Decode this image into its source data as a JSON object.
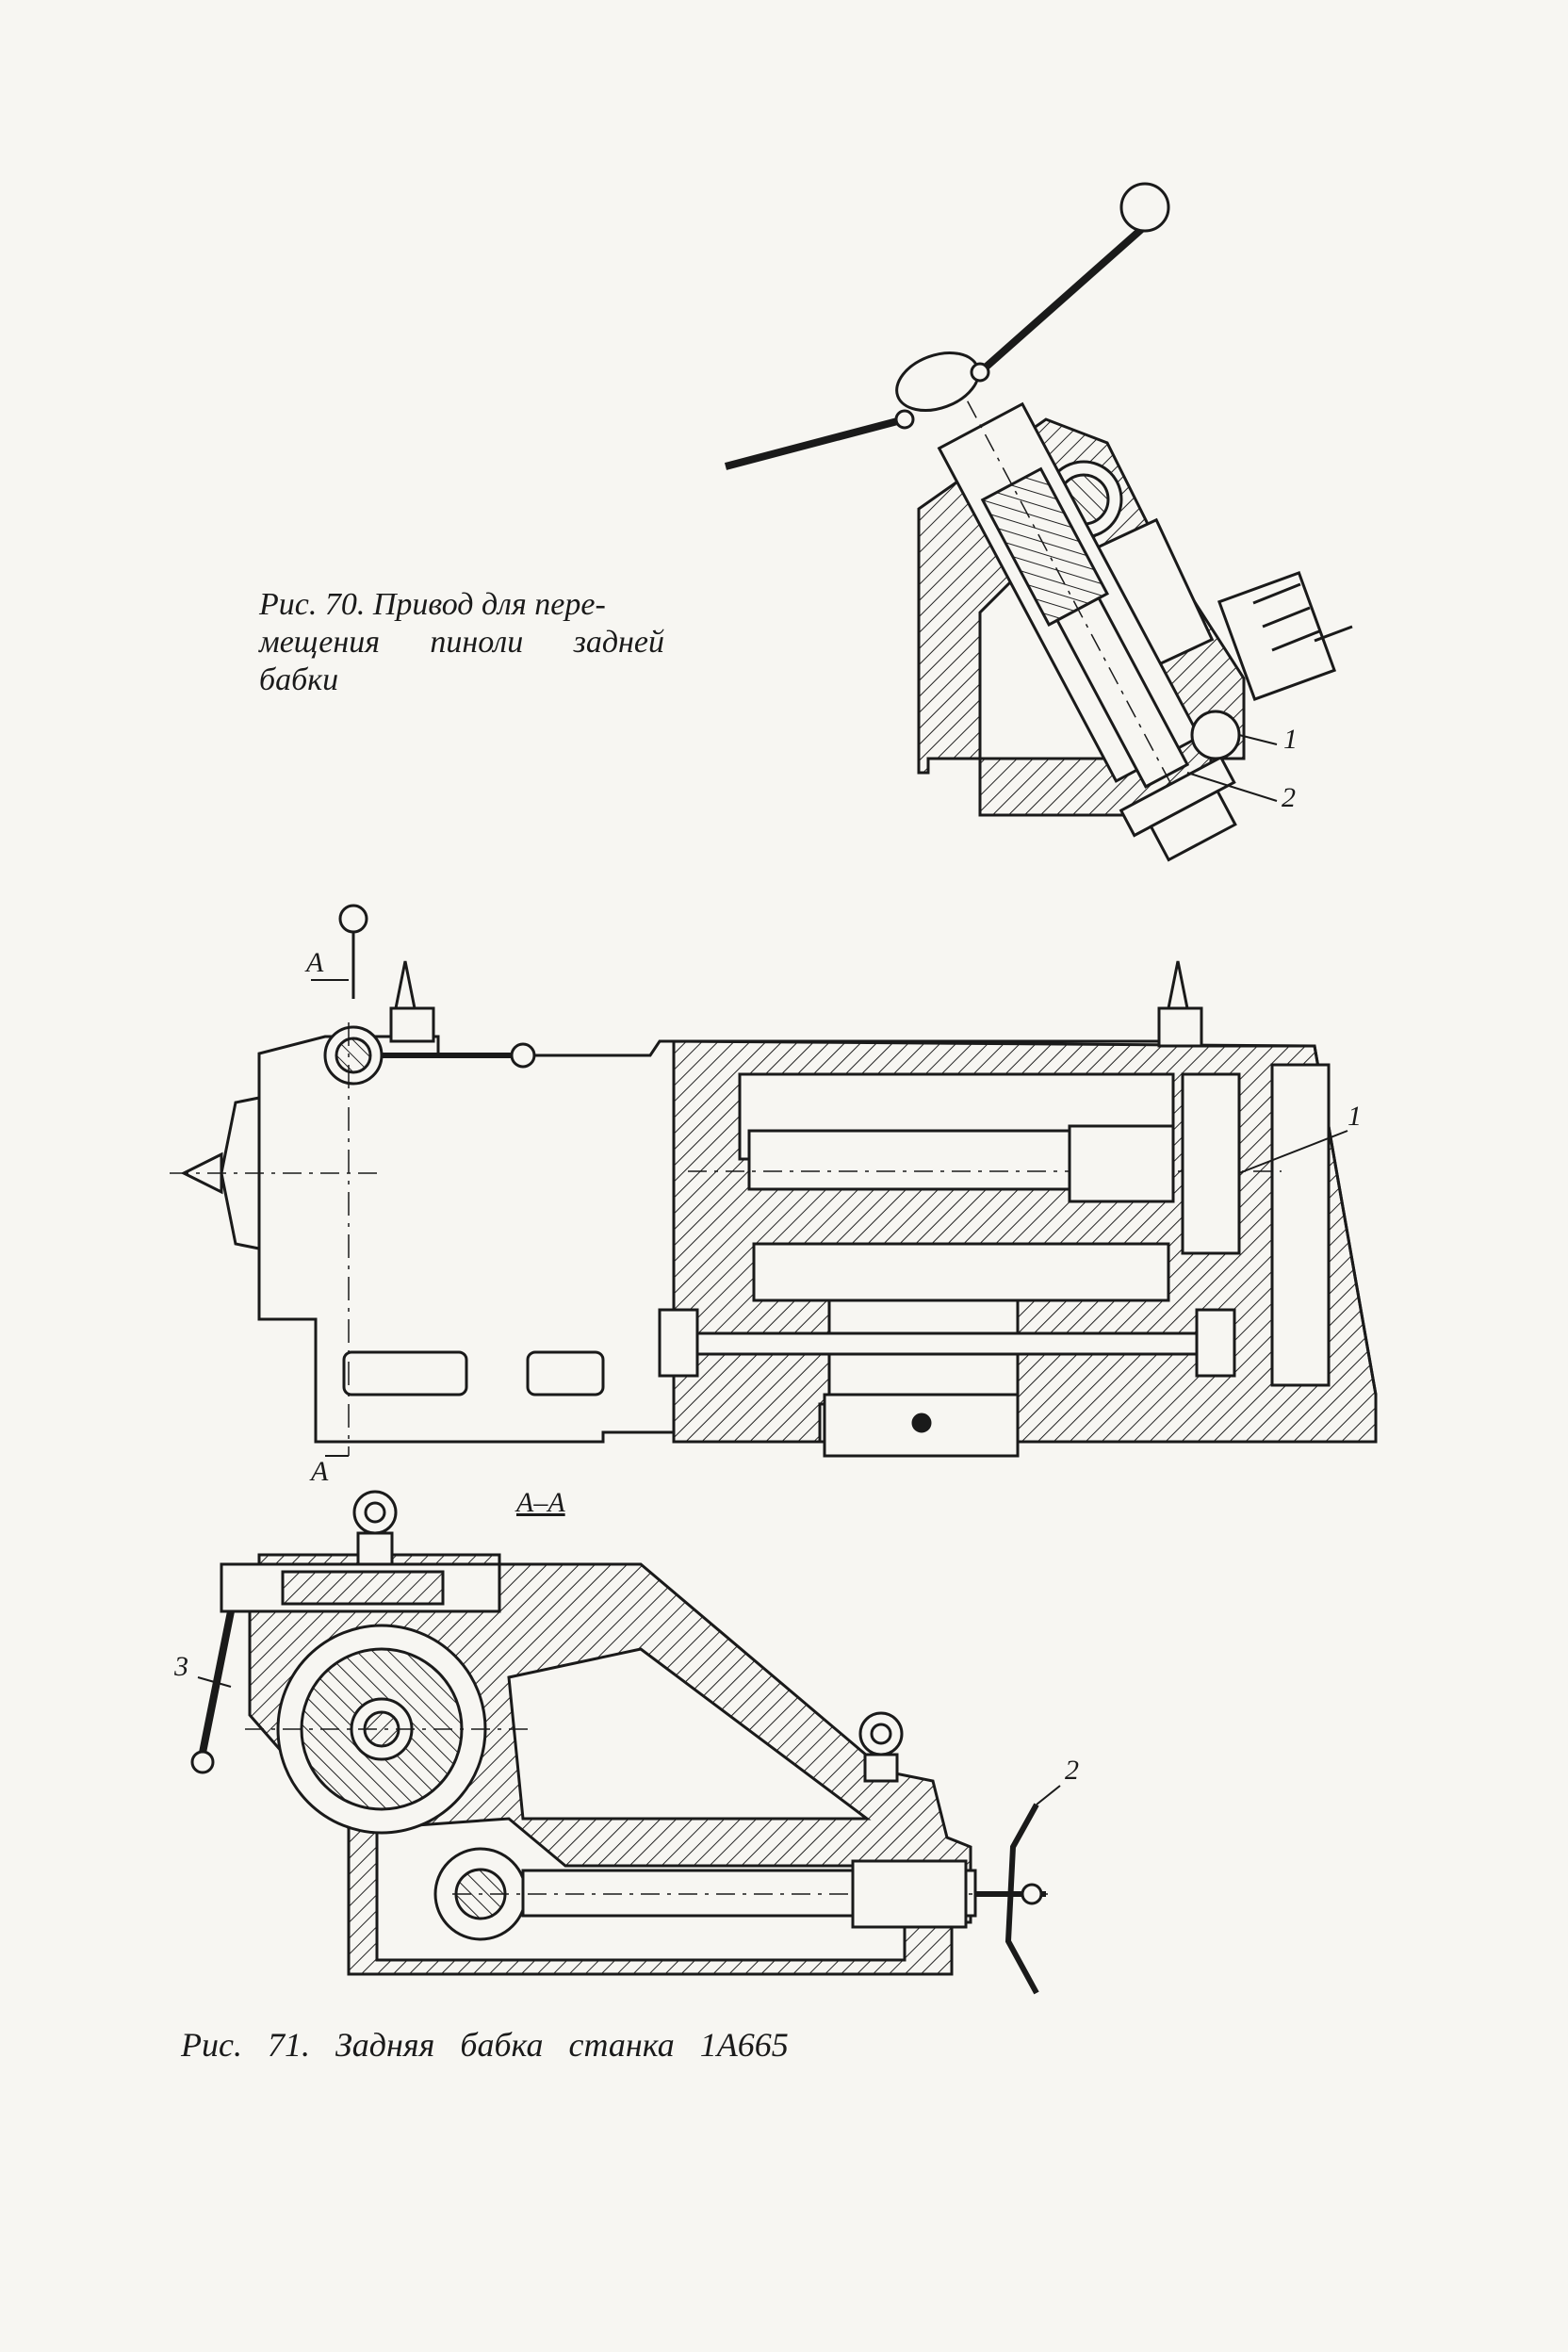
{
  "fig70": {
    "caption_line1": "Рис. 70. Привод для пере-",
    "caption_line2a": "мещения",
    "caption_line2b": "пиноли",
    "caption_line2c": "задней",
    "caption_line3": "бабки",
    "callouts": [
      "1",
      "2"
    ]
  },
  "fig71": {
    "caption": "Рис.  71.  Задняя  бабка станка 1А665",
    "section_mark_top": "А",
    "section_mark_bottom": "А",
    "section_title": "А–А",
    "callout_top": "1",
    "callout_handle_left": "3",
    "callout_handwheel": "2"
  }
}
